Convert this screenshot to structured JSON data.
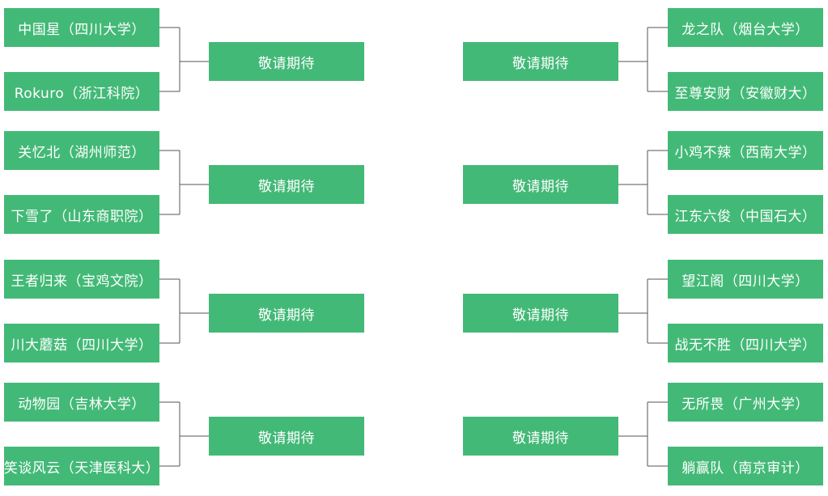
{
  "left_groups": [
    {
      "teams": [
        "中国星（四川大学）",
        "Rokuro（浙江科院）"
      ],
      "result": "敬请期待"
    },
    {
      "teams": [
        "关忆北（湖州师范）",
        "下雪了（山东商职院）"
      ],
      "result": "敬请期待"
    },
    {
      "teams": [
        "王者归来（宝鸡文院）",
        "川大蘑菇（四川大学）"
      ],
      "result": "敬请期待"
    },
    {
      "teams": [
        "动物园（吉林大学）",
        "笑谈风云（天津医科大）"
      ],
      "result": "敬请期待"
    }
  ],
  "right_groups": [
    {
      "teams": [
        "龙之队（烟台大学）",
        "至尊安财（安徽财大）"
      ],
      "result": "敬请期待"
    },
    {
      "teams": [
        "小鸡不辣（西南大学）",
        "江东六俊（中国石大）"
      ],
      "result": "敬请期待"
    },
    {
      "teams": [
        "望江阁（四川大学）",
        "战无不胜（四川大学）"
      ],
      "result": "敬请期待"
    },
    {
      "teams": [
        "无所畏（广州大学）",
        "躺赢队（南京审计）"
      ],
      "result": "敬请期待"
    }
  ],
  "colors": {
    "box": "#43b977",
    "text": "#ffffff",
    "line": "#555555"
  }
}
